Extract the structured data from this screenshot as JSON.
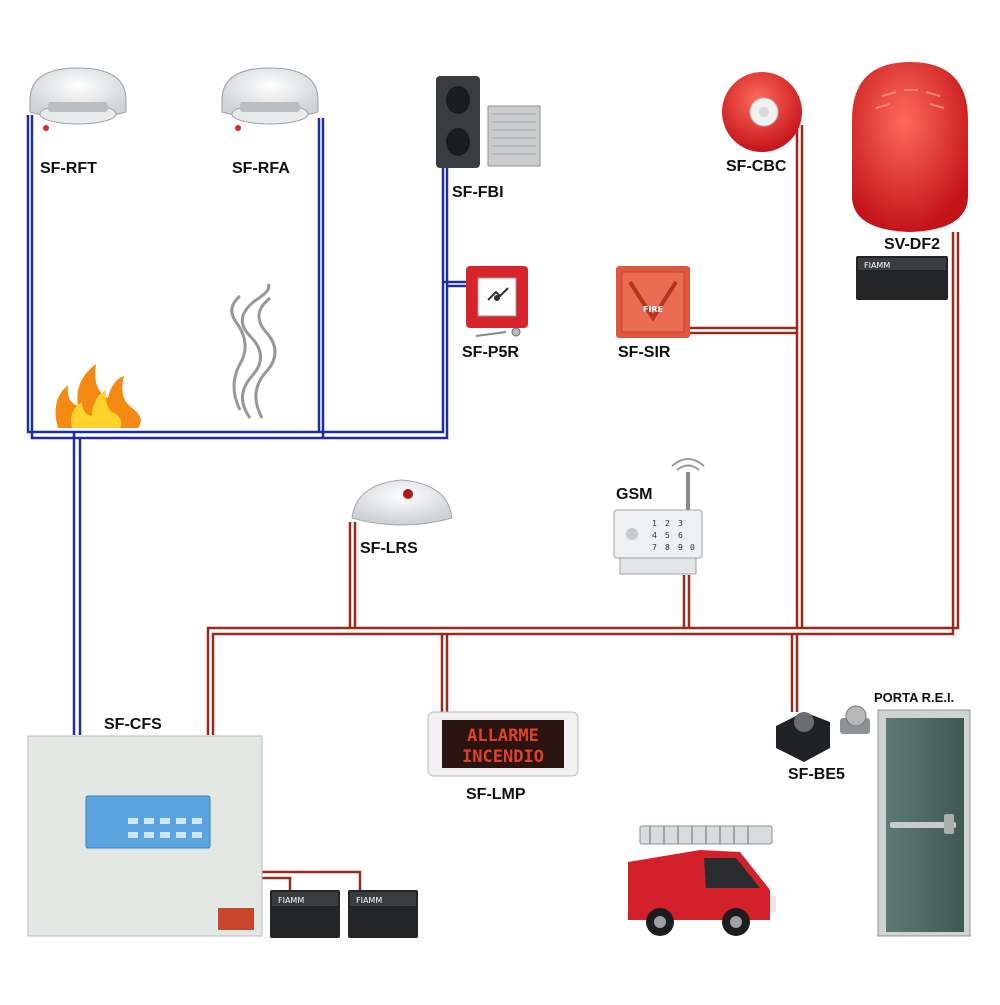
{
  "labels": {
    "rft": "SF-RFT",
    "rfa": "SF-RFA",
    "fbi": "SF-FBI",
    "cbc": "SF-CBC",
    "df2": "SV-DF2",
    "p5r": "SF-P5R",
    "sir": "SF-SIR",
    "gsm": "GSM",
    "lrs": "SF-LRS",
    "cfs": "SF-CFS",
    "lmp": "SF-LMP",
    "be5": "SF-BE5",
    "porta": "PORTA R.E.I."
  },
  "devices": {
    "lmp_line1": "ALLARME",
    "lmp_line2": "INCENDIO",
    "sir_text": "FIRE",
    "battery_brand": "FIAMM",
    "keypad": [
      "1",
      "2",
      "3",
      "4",
      "5",
      "6",
      "7",
      "8",
      "9",
      "0"
    ]
  },
  "colors": {
    "loop_wire": "#1c2f9c",
    "alarm_wire": "#9c2a1c",
    "device_red": "#e02626",
    "panel": "#e3e8e5",
    "door": "#4f6b65"
  }
}
